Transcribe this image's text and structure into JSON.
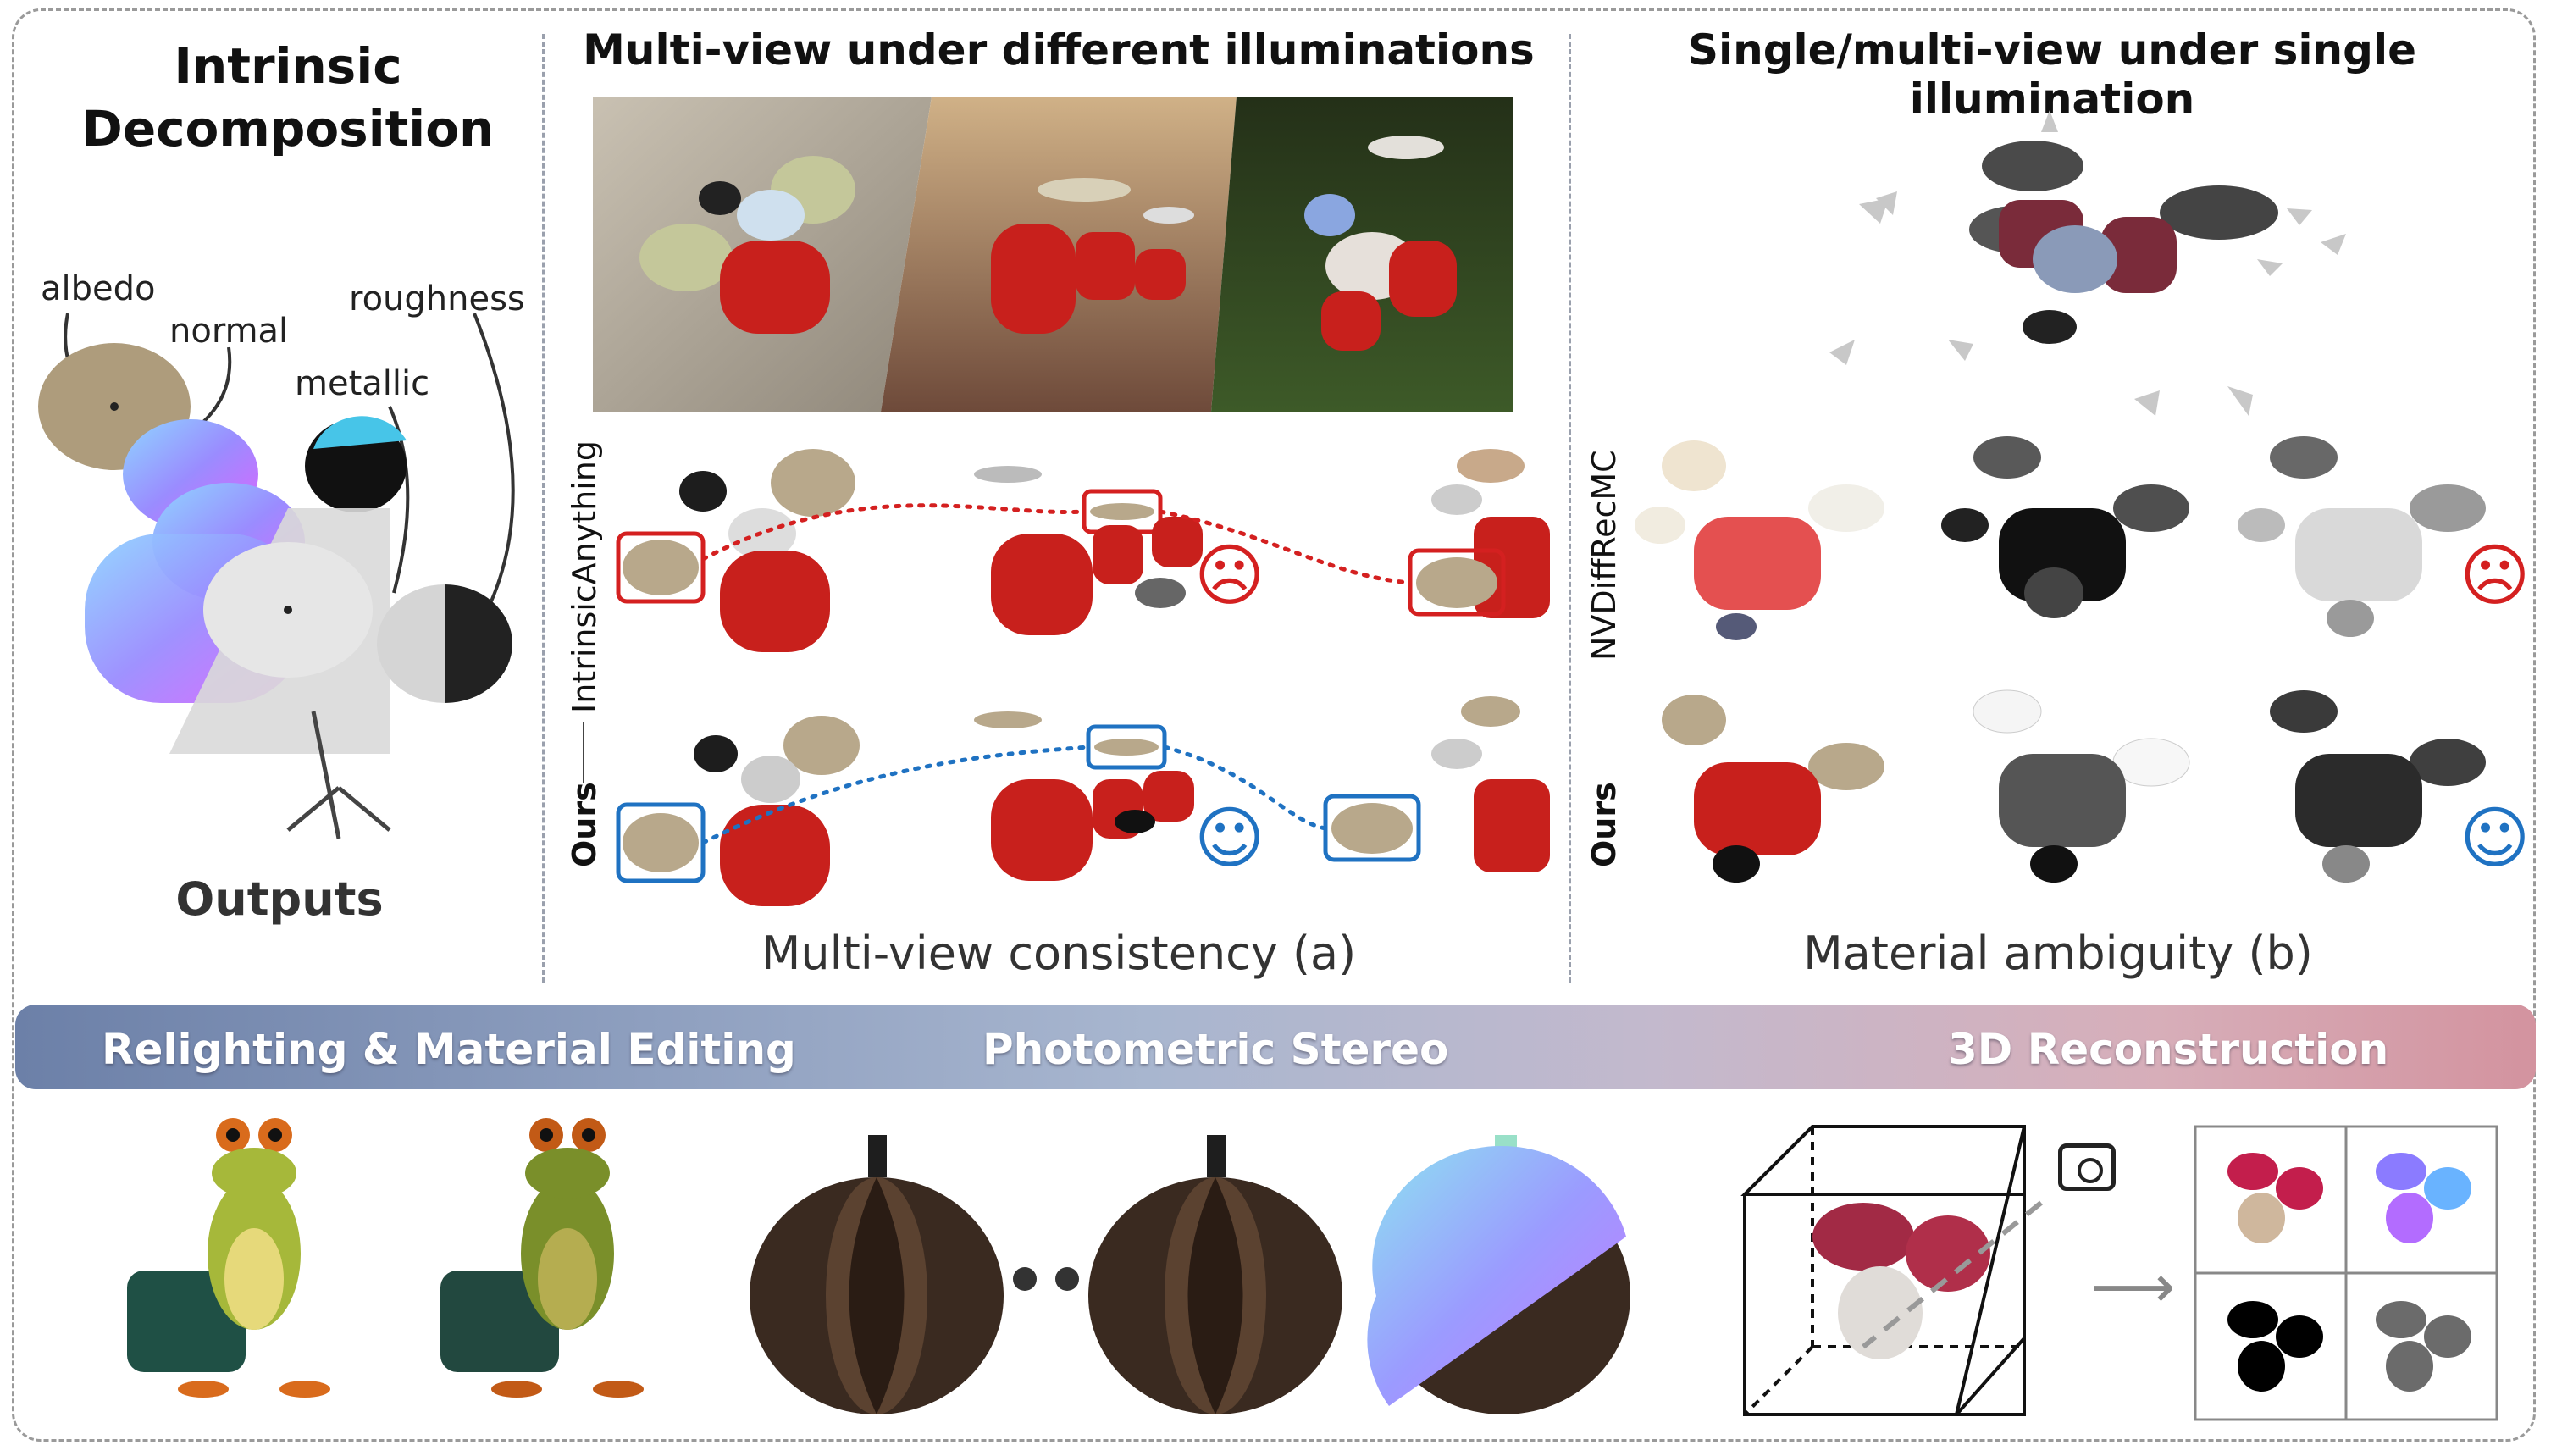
{
  "outputs_panel": {
    "title_line1": "Intrinsic",
    "title_line2": "Decomposition",
    "labels": {
      "albedo": "albedo",
      "normal": "normal",
      "metallic": "metallic",
      "roughness": "roughness"
    },
    "caption": "Outputs"
  },
  "multiview_panel": {
    "title": "Multi-view under different illuminations",
    "row_labels": {
      "baseline": "IntrinsicAnything",
      "ours": "Ours"
    },
    "caption": "Multi-view consistency (a)"
  },
  "singleview_panel": {
    "title": "Single/multi-view under single illumination",
    "row_labels": {
      "baseline": "NVDiffRecMC",
      "ours": "Ours"
    },
    "caption": "Material ambiguity (b)"
  },
  "applications": {
    "relighting": "Relighting & Material Editing",
    "photometric": "Photometric Stereo",
    "reconstruction": "3D Reconstruction"
  },
  "colors": {
    "bad": "#d42020",
    "good": "#1f72c2",
    "drum_red": "#c8201c",
    "cymbal": "#b19f80"
  },
  "icons": {
    "sad": "sad-face-icon",
    "happy": "happy-face-icon",
    "camera": "camera-icon",
    "arrow": "arrow-right-icon"
  }
}
